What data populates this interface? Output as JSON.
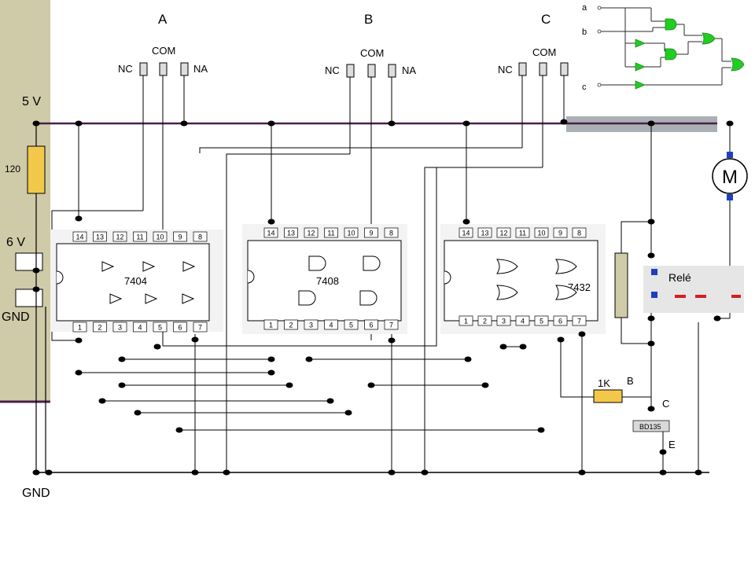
{
  "switches": [
    {
      "label": "A",
      "nc": "NC",
      "com": "COM",
      "na": "NA"
    },
    {
      "label": "B",
      "nc": "NC",
      "com": "COM",
      "na": "NA"
    },
    {
      "label": "C",
      "nc": "NC",
      "com": "COM"
    }
  ],
  "rails": {
    "v5": "5 V",
    "v6": "6 V",
    "gnd_left": "GND",
    "gnd_bottom": "GND"
  },
  "resistor_left": "120",
  "chips": [
    {
      "name": "7404",
      "top_pins": [
        "14",
        "13",
        "12",
        "11",
        "10",
        "9",
        "8"
      ],
      "bottom_pins": [
        "1",
        "2",
        "3",
        "4",
        "5",
        "6",
        "7"
      ]
    },
    {
      "name": "7408",
      "top_pins": [
        "14",
        "13",
        "12",
        "11",
        "10",
        "9",
        "8"
      ],
      "bottom_pins": [
        "1",
        "2",
        "3",
        "4",
        "5",
        "6",
        "7"
      ]
    },
    {
      "name": "7432",
      "top_pins": [
        "14",
        "13",
        "12",
        "11",
        "10",
        "9",
        "8"
      ],
      "bottom_pins": [
        "1",
        "2",
        "3",
        "4",
        "5",
        "6",
        "7"
      ]
    }
  ],
  "motor": "M",
  "relay": "Relé",
  "resistor_base": "1K",
  "transistor": {
    "name": "BD135",
    "b": "B",
    "c": "C",
    "e": "E"
  },
  "logic_inset": {
    "inputs": [
      "a",
      "b",
      "c"
    ]
  },
  "colors": {
    "wire": "#000000",
    "rail": "#4a1f4a",
    "panel": "#cfcaa8",
    "chip_bg": "#f3f3f3",
    "resistor": "#f2c84b",
    "gate": "#22cc22",
    "relay_bg": "#e6e6e6"
  }
}
